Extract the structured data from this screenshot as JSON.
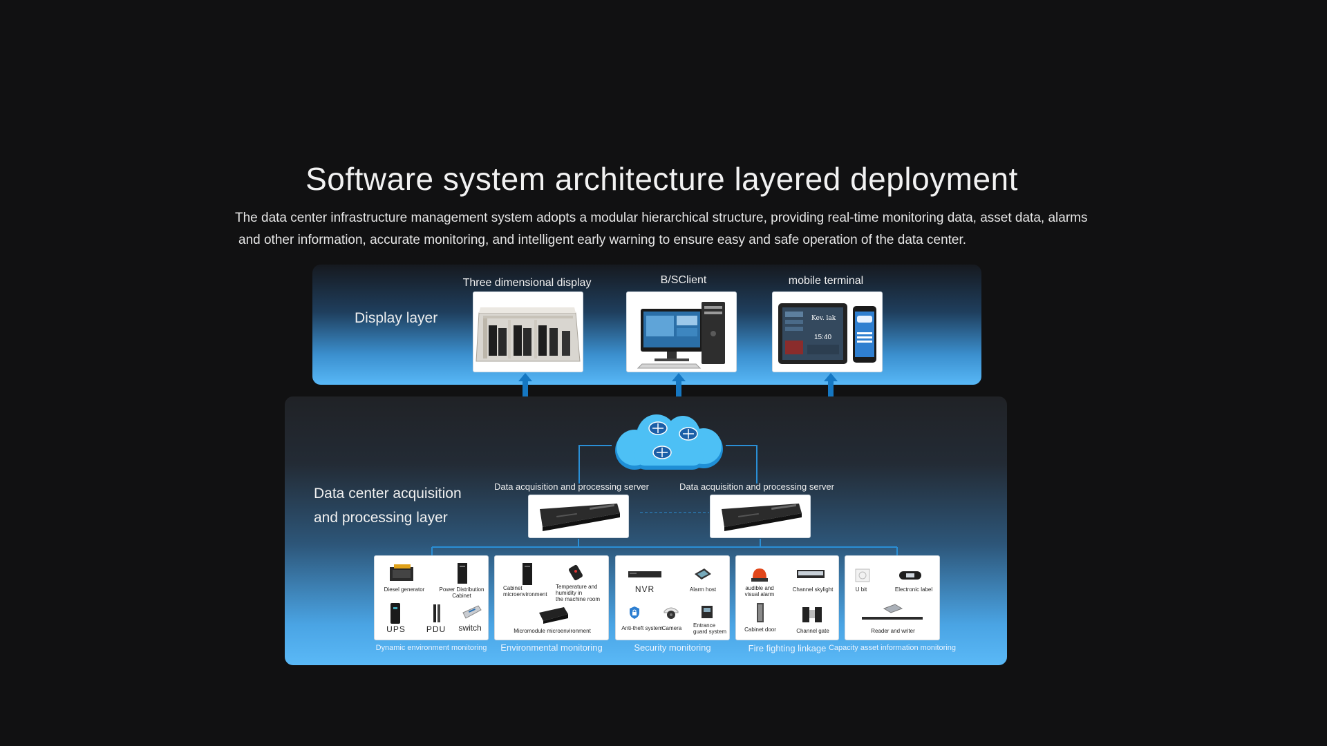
{
  "heading": {
    "title": "Software system architecture layered deployment",
    "desc_line1": "The data center infrastructure management system adopts a modular hierarchical structure, providing real-time monitoring data, asset data, alarms",
    "desc_line2": "and other information, accurate monitoring, and intelligent early warning to ensure easy and safe operation of the data center."
  },
  "display_layer": {
    "label": "Display layer",
    "items": [
      {
        "label": "Three dimensional display"
      },
      {
        "label": "B/SClient"
      },
      {
        "label": "mobile terminal"
      }
    ],
    "tablet_text": {
      "brand": "Kev. lak",
      "time": "15:40"
    }
  },
  "acquisition_layer": {
    "label_line1": "Data center acquisition",
    "label_line2": "and processing layer",
    "servers": [
      {
        "label": "Data acquisition and processing server"
      },
      {
        "label": "Data acquisition and processing server"
      }
    ],
    "modules": [
      {
        "caption": "Dynamic environment monitoring",
        "items": {
          "diesel": "Diesel generator",
          "pdc1": "Power Distribution",
          "pdc2": "Cabinet",
          "ups": "UPS",
          "pdu": "PDU",
          "switch": "switch"
        }
      },
      {
        "caption": "Environmental monitoring",
        "items": {
          "cab1": "Cabinet",
          "cab2": "microenvironment",
          "temp1": "Temperature and",
          "temp2": "humidity in",
          "temp3": "the machine room",
          "micro": "Micromodule microenvironment"
        }
      },
      {
        "caption": "Security monitoring",
        "items": {
          "nvr": "NVR",
          "alarm": "Alarm host",
          "antitheft": "Anti-theft system",
          "camera": "Camera",
          "guard1": "Entrance",
          "guard2": "guard system"
        }
      },
      {
        "caption": "Fire fighting linkage",
        "items": {
          "audible1": "audible and",
          "audible2": "visual alarm",
          "skylight": "Channel skylight",
          "door": "Cabinet door",
          "gate": "Channel gate"
        }
      },
      {
        "caption": "Capacity asset information monitoring",
        "items": {
          "ubit": "U  bit",
          "elabel": "Electronic label",
          "reader": "Reader and writer"
        }
      }
    ]
  },
  "colors": {
    "accent_arrow": "#1577c2",
    "line": "#2a8fd6",
    "cloud": "#3aaeea"
  }
}
